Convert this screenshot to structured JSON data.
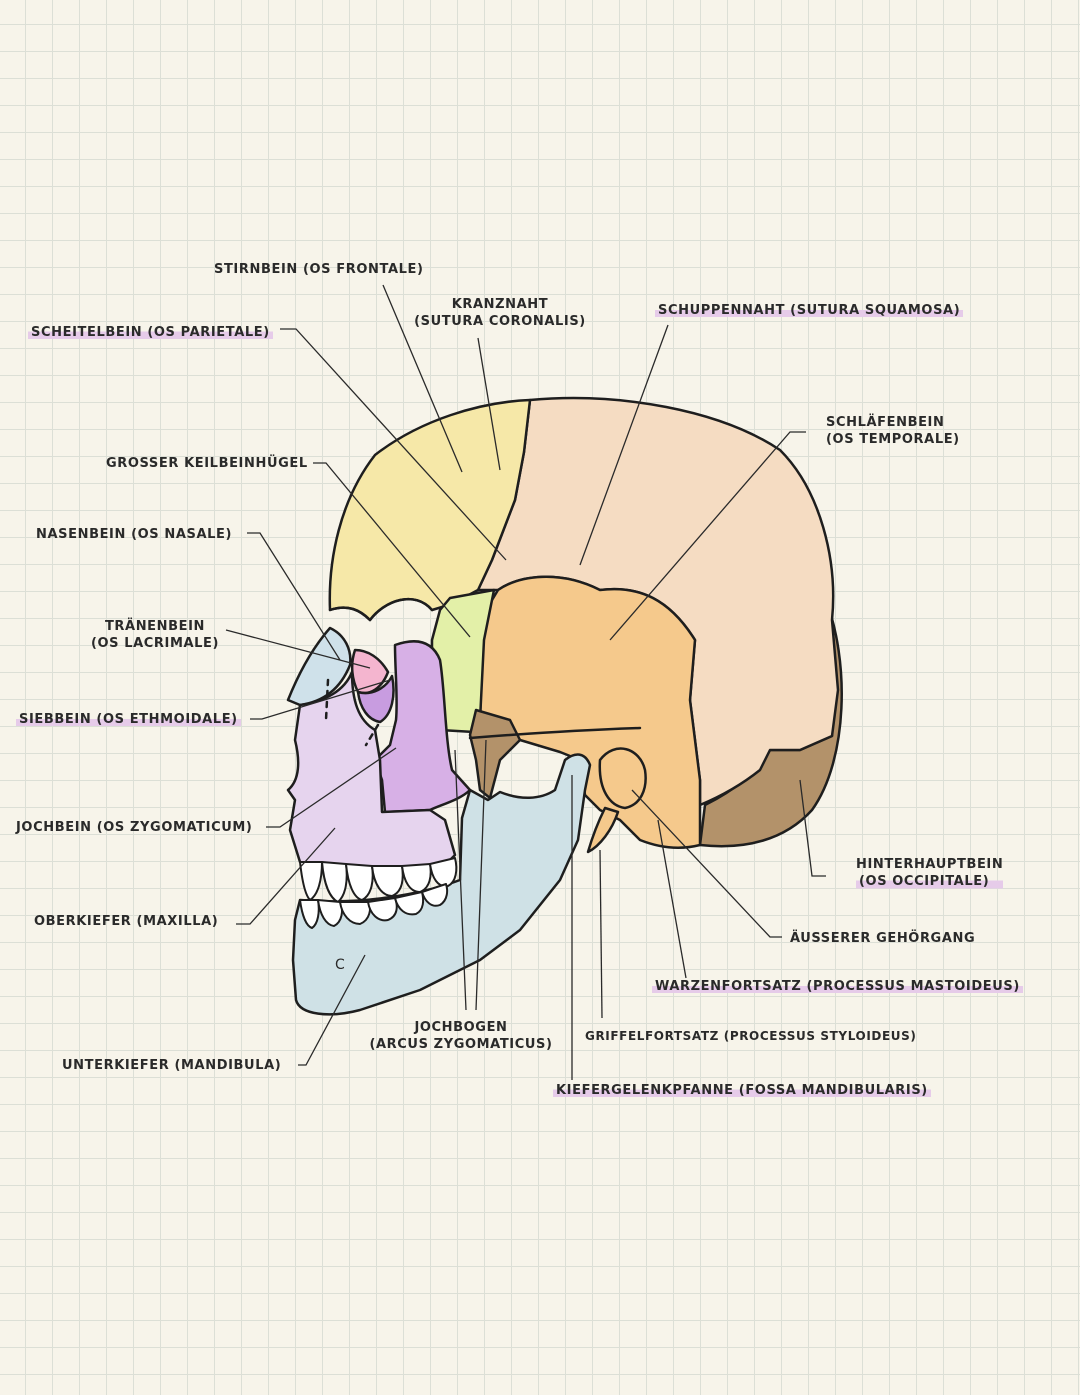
{
  "labels": {
    "stirnbein": "STIRNBEIN (OS FRONTALE)",
    "kranznaht_1": "KRANZNAHT",
    "kranznaht_2": "(SUTURA CORONALIS)",
    "schuppennaht": "SCHUPPENNAHT (SUTURA SQUAMOSA)",
    "scheitelbein": "SCHEITELBEIN (OS PARIETALE)",
    "schlaefenbein_1": "SCHLÄFENBEIN",
    "schlaefenbein_2": "(OS TEMPORALE)",
    "keilbein": "GROSSER KEILBEINHÜGEL",
    "nasenbein": "NASENBEIN (OS NASALE)",
    "traenenbein_1": "TRÄNENBEIN",
    "traenenbein_2": "(OS LACRIMALE)",
    "siebbein": "SIEBBEIN (OS ETHMOIDALE)",
    "jochbein": "JOCHBEIN (OS ZYGOMATICUM)",
    "hinterhauptbein_1": "HINTERHAUPTBEIN",
    "hinterhauptbein_2": "(OS OCCIPITALE)",
    "oberkiefer": "OBERKIEFER (MAXILLA)",
    "gehoergang": "ÄUSSERER GEHÖRGANG",
    "warzenfortsatz": "WARZENFORTSATZ (PROCESSUS MASTOIDEUS)",
    "jochbogen_1": "JOCHBOGEN",
    "jochbogen_2": "(ARCUS ZYGOMATICUS)",
    "griffelfortsatz": "GRIFFELFORTSATZ (PROCESSUS STYLOIDEUS)",
    "unterkiefer": "UNTERKIEFER (MANDIBULA)",
    "kiefergelenk": "KIEFERGELENKPFANNE (FOSSA MANDIBULARIS)",
    "mandible_mark": "C"
  },
  "colors": {
    "frontal": "#f6e8a8",
    "parietal": "#f5dcc2",
    "temporal": "#f5c98c",
    "occipital": "#b3926a",
    "sphenoid": "#e3f0a8",
    "nasal": "#cfe1ea",
    "lacrimal": "#f4b5cf",
    "ethmoid": "#c89ce0",
    "zygomatic": "#d7b0e6",
    "maxilla": "#e6d4ee",
    "mandible": "#cfe1e6",
    "highlight": "#e6cbe9",
    "ink": "#1e1e1e"
  }
}
